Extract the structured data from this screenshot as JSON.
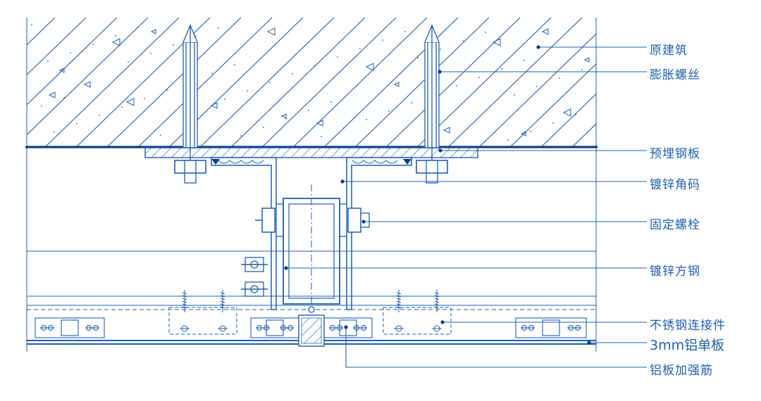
{
  "colors": {
    "line": "#1f5fae",
    "dark": "#0e3d80",
    "paper": "#ffffff"
  },
  "labels": {
    "yuanjianzhu": "原建筑",
    "pengzhangluosi": "膨胀螺丝",
    "yumaigangban": "预埋钢板",
    "duxinjiaoma": "镀锌角码",
    "gudingluoshuan": "固定螺栓",
    "duxinfanggang": "镀锌方钢",
    "buxiugang": "不锈钢连接件",
    "lvdanban": "3mm铝单板",
    "lvbanjiaqiangjin": "铝板加强筋"
  }
}
